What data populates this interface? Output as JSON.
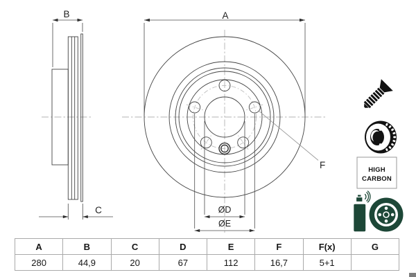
{
  "drawing": {
    "dim_labels": {
      "a": "A",
      "b": "B",
      "c": "C",
      "f": "F",
      "d_dia": "ØD",
      "e_dia": "ØE"
    },
    "high_carbon": {
      "line1": "HIGH",
      "line2": "CARBON"
    },
    "icon_names": [
      "countersunk-screw-icon",
      "vented-brake-disc-icon",
      "high-carbon-badge",
      "anti-corrosion-spray-icon"
    ],
    "colors": {
      "drawing_line": "#424242",
      "centerline": "#b3b3b3",
      "icon_black": "#121212",
      "icon_green": "#1d4737",
      "table_border": "#a9a9a9",
      "text": "#1f1f1f"
    }
  },
  "table": {
    "headers": [
      "A",
      "B",
      "C",
      "D",
      "E",
      "F",
      "F(x)",
      "G"
    ],
    "values": [
      "280",
      "44,9",
      "20",
      "67",
      "112",
      "16,7",
      "5+1",
      ""
    ]
  }
}
